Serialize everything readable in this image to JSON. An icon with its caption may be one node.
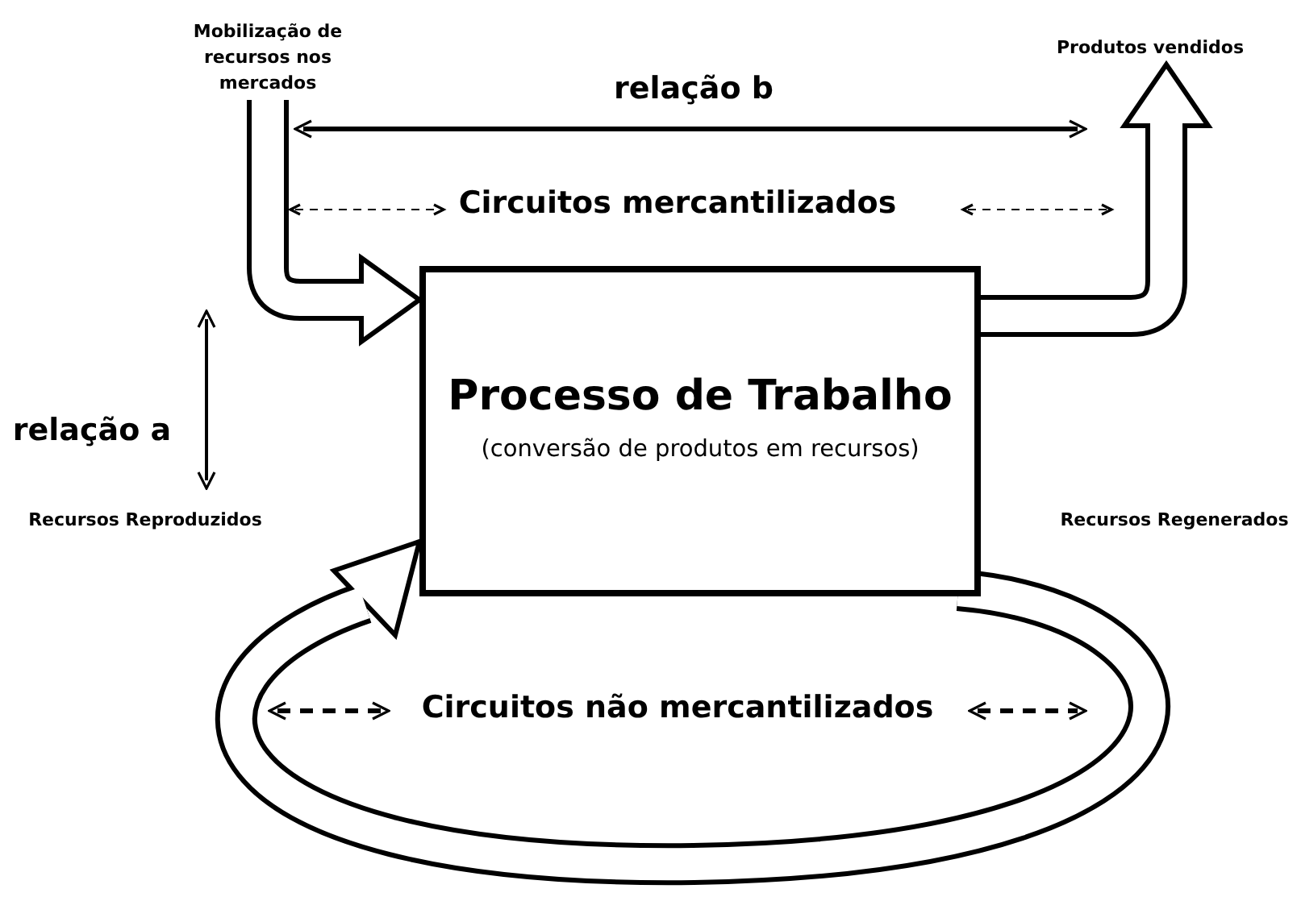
{
  "diagram": {
    "nodes": [
      {
        "text": [
          "Mobilização de recursos nos mercados"
        ]
      },
      {
        "text": [
          "Produtos vendidos"
        ]
      },
      {
        "text": [
          "Processo de Trabalho",
          "(conversão de produtos em recursos)"
        ]
      }
    ],
    "edges": [
      {
        "from": 0,
        "to": 2,
        "arrow": "to"
      },
      {
        "from": 2,
        "to": 1,
        "arrow": "to"
      },
      {
        "from": 2,
        "to": 2,
        "arrow": "to"
      }
    ],
    "labels": [
      "relação b",
      "Circuitos mercantilizados",
      "relação a",
      "Recursos Reproduzidos",
      "Recursos Regenerados",
      "Circuitos não mercantilizados"
    ]
  }
}
